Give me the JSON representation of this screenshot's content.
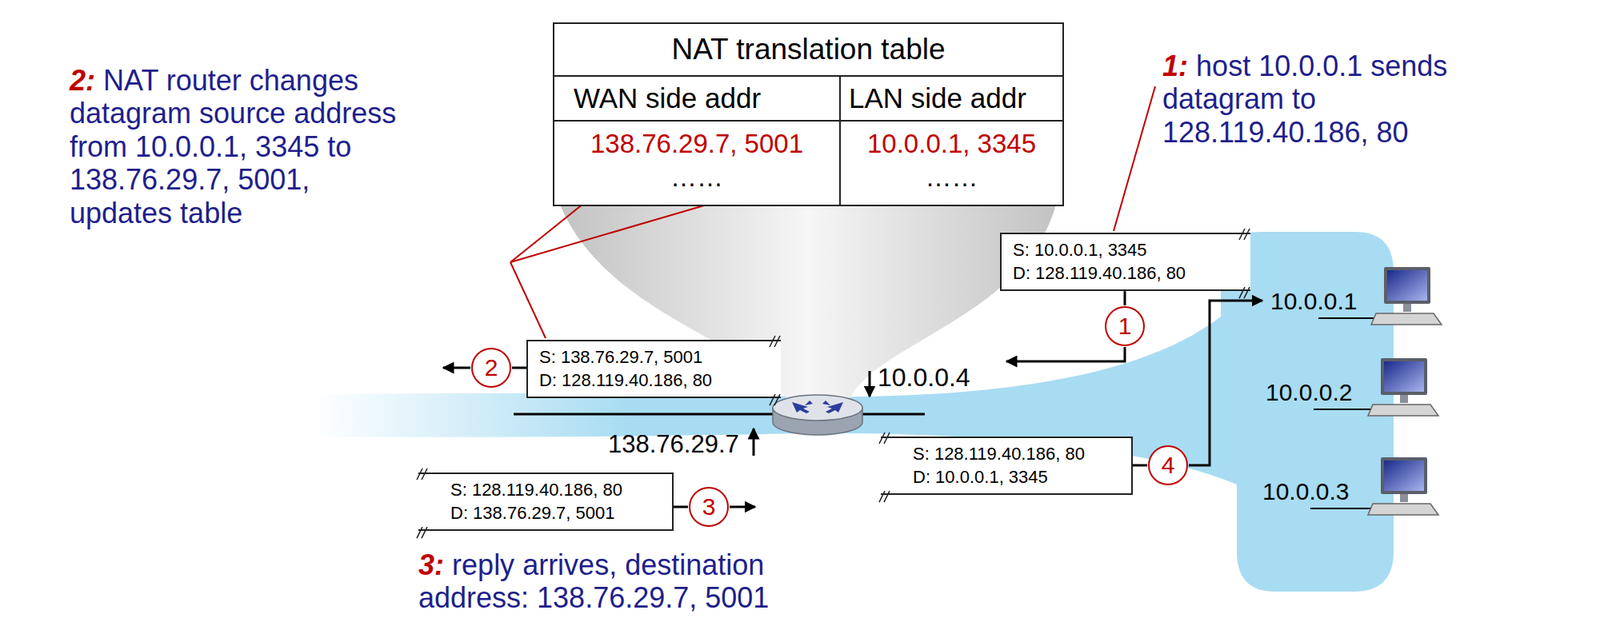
{
  "diagram": {
    "nodes": [
      {
        "text": [
          "NAT translation table",
          "WAN side addr",
          "LAN side addr",
          "138.76.29.7, 5001",
          "10.0.0.1, 3345",
          "……",
          "……"
        ]
      },
      {
        "text": [
          "S: 10.0.0.1, 3345",
          "D: 128.119.40.186, 80"
        ]
      },
      {
        "text": [
          "1"
        ]
      },
      {
        "text": [
          "S: 138.76.29.7, 5001",
          "D: 128.119.40.186, 80"
        ]
      },
      {
        "text": [
          "2"
        ]
      },
      {
        "text": [
          "S: 128.119.40.186, 80",
          "D: 10.0.0.1, 3345"
        ]
      },
      {
        "text": [
          "4"
        ]
      },
      {
        "text": [
          "S: 128.119.40.186, 80",
          "D: 138.76.29.7, 5001"
        ]
      },
      {
        "text": [
          "3"
        ]
      }
    ],
    "edges": [
      {
        "from": 1,
        "to": 2,
        "arrow": "none"
      },
      {
        "from": 3,
        "to": 4,
        "arrow": "none"
      },
      {
        "from": 5,
        "to": 6,
        "arrow": "none"
      },
      {
        "from": 7,
        "to": 8,
        "arrow": "none"
      }
    ],
    "labels": [
      "1:",
      "host 10.0.0.1 sends datagram to 128.119.40.186, 80",
      "2:",
      "NAT router changes datagram source address from 10.0.0.1, 3345 to 138.76.29.7, 5001, updates table",
      "3:",
      "reply arrives, destination address: 138.76.29.7, 5001",
      "10.0.0.4",
      "138.76.29.7",
      "10.0.0.1",
      "10.0.0.2",
      "10.0.0.3"
    ]
  }
}
